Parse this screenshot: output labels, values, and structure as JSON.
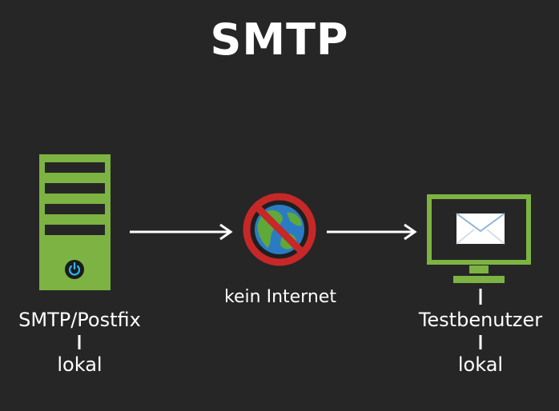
{
  "title": "SMTP",
  "nodes": {
    "server": {
      "label": "SMTP/Postfix",
      "sublabel": "lokal"
    },
    "internet": {
      "label": "kein Internet"
    },
    "client": {
      "label": "Testbenutzer",
      "sublabel": "lokal"
    }
  },
  "colors": {
    "background": "#262626",
    "green": "#7cb342",
    "red": "#c62828",
    "arrow": "#ffffff",
    "power": "#29b6f6"
  },
  "icons": {
    "server": "server-tower-icon",
    "internet": "no-internet-globe-icon",
    "client": "monitor-mail-icon"
  }
}
